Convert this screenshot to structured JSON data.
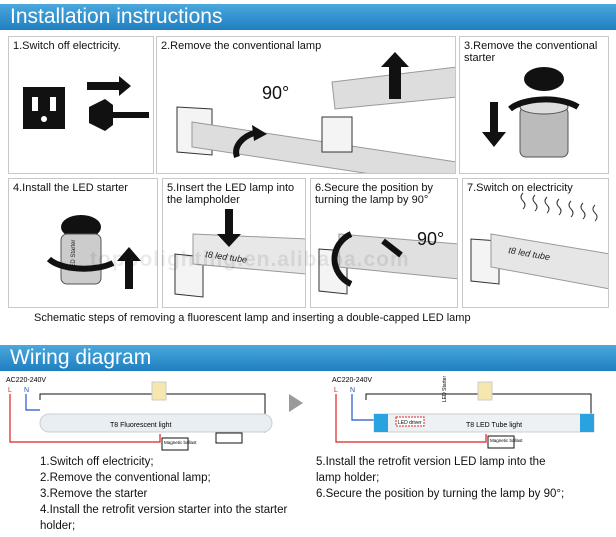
{
  "installation": {
    "title": "Installation instructions",
    "steps": [
      {
        "label": "1.Switch off electricity."
      },
      {
        "label": "2.Remove the conventional lamp",
        "angle": "90°"
      },
      {
        "label": "3.Remove the conventional starter"
      },
      {
        "label": "4.Install the LED starter",
        "starter_text": "LED Starter"
      },
      {
        "label": "5.Insert the LED lamp into the lampholder",
        "tube_text": "t8 led tube"
      },
      {
        "label": "6.Secure the position by turning the lamp by 90°",
        "angle": "90°"
      },
      {
        "label": "7.Switch on electricity",
        "tube_text": "t8 led tube"
      }
    ],
    "caption": "Schematic steps of removing a fluorescent lamp and inserting a double-capped LED lamp",
    "watermark": "toppolighting.en.alibaba.com"
  },
  "wiring": {
    "title": "Wiring diagram",
    "left": {
      "voltage": "AC220-240V",
      "L": "L",
      "N": "N",
      "tube_label": "T8 Fluorescent light",
      "ballast": "Magnetic ballast"
    },
    "right": {
      "voltage": "AC220-240V",
      "L": "L",
      "N": "N",
      "tube_label": "T8 LED Tube light",
      "driver": "LED driver",
      "starter": "LED Starter",
      "ballast": "Magnetic ballast"
    },
    "steps_left": [
      "1.Switch off electricity;",
      "2.Remove the conventional lamp;",
      "3.Remove the starter",
      "4.Install the retrofit version starter into the starter",
      "holder;"
    ],
    "steps_right": [
      "5.Install the retrofit version LED lamp into the",
      "lamp holder;",
      "6.Secure the position by turning the lamp by 90°;"
    ]
  },
  "colors": {
    "banner": "#2a8ccc",
    "live_wire": "#d22",
    "neutral_wire": "#2255cc",
    "led_cap": "#29a3e0"
  }
}
